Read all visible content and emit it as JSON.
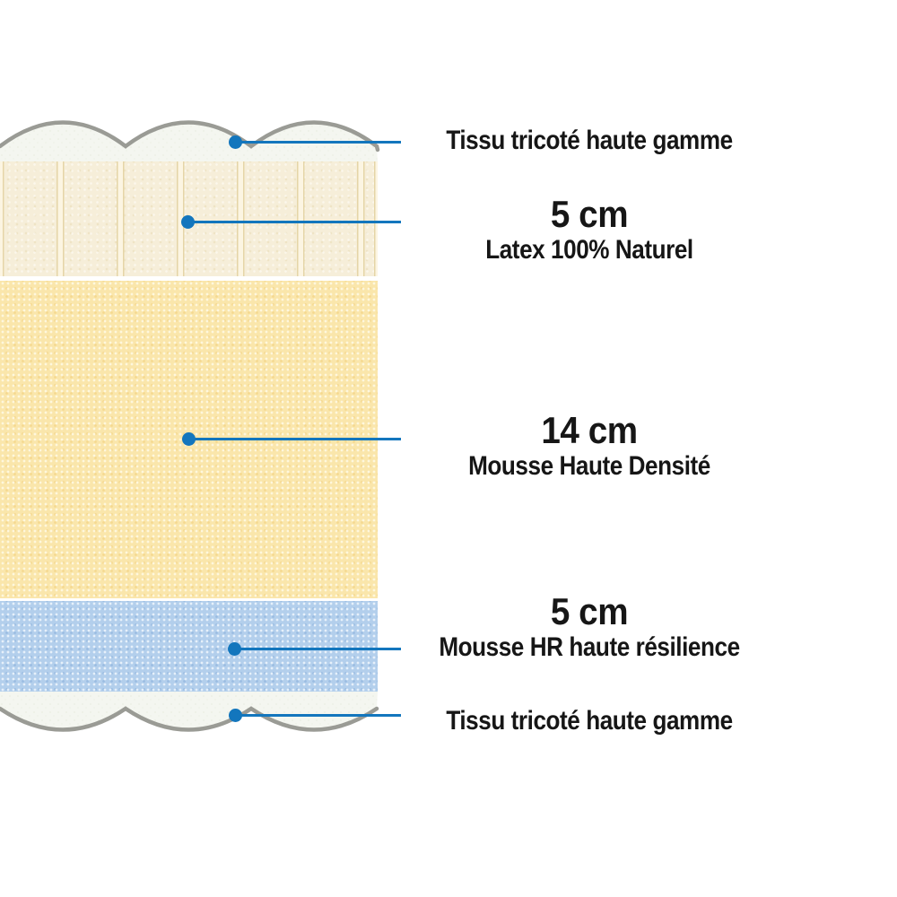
{
  "diagram": {
    "type": "mattress-cross-section",
    "accent_color": "#1376bd",
    "outline_color": "#9a9b95",
    "layers": [
      {
        "name": "fabric-top",
        "label": "Tissu tricoté haute gamme",
        "color": "#f4f6f0"
      },
      {
        "name": "latex",
        "size": "5 cm",
        "label": "Latex 100% Naturel",
        "color": "#f6eed9"
      },
      {
        "name": "foam-high-density",
        "size": "14 cm",
        "label": "Mousse Haute Densité",
        "color": "#fae6ab"
      },
      {
        "name": "foam-hr",
        "size": "5 cm",
        "label": "Mousse HR haute résilience",
        "color": "#b3cfec"
      },
      {
        "name": "fabric-bottom",
        "label": "Tissu tricoté haute gamme",
        "color": "#f4f6f0"
      }
    ]
  },
  "annotations": [
    {
      "size": "",
      "title": "Tissu tricoté haute gamme"
    },
    {
      "size": "5 cm",
      "title": "Latex 100% Naturel"
    },
    {
      "size": "14 cm",
      "title": "Mousse Haute Densité"
    },
    {
      "size": "5 cm",
      "title": "Mousse HR haute résilience"
    },
    {
      "size": "",
      "title": "Tissu tricoté haute gamme"
    }
  ]
}
